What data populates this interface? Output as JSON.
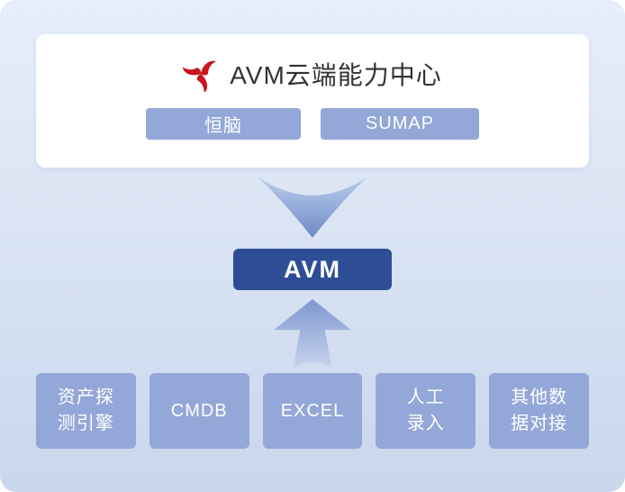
{
  "header": {
    "title": "AVM云端能力中心",
    "chips": [
      {
        "label": "恒脑"
      },
      {
        "label": "SUMAP"
      }
    ]
  },
  "core": {
    "label": "AVM"
  },
  "sources": {
    "items": [
      {
        "label": "资产探\n测引擎"
      },
      {
        "label": "CMDB"
      },
      {
        "label": "EXCEL"
      },
      {
        "label": "人工\n录入"
      },
      {
        "label": "其他数\n据对接"
      }
    ]
  },
  "icons": {
    "logo": "red-cyclone-swirl",
    "arrow_down": "big-down-arrow",
    "arrow_up": "big-up-arrow"
  },
  "colors": {
    "accent_dark": "#2d4e95",
    "accent_light": "#93a7d8",
    "logo_red": "#c9151e",
    "bg_top": "#e7eef9",
    "bg_bottom": "#c9d7ec"
  }
}
